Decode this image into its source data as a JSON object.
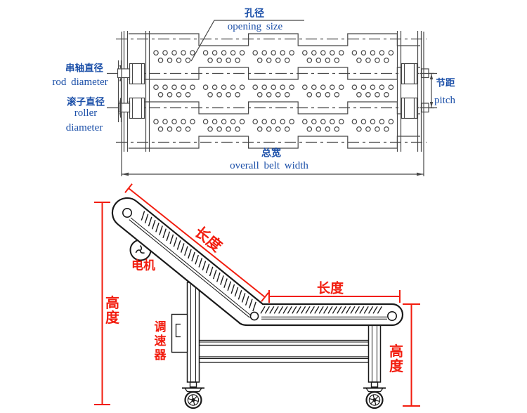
{
  "colors": {
    "line_dark": "#1a1a1a",
    "line_gray": "#474747",
    "label_blue": "#1b4fa8",
    "dimension_red": "#f21d0f",
    "background": "#ffffff"
  },
  "top_view": {
    "opening_size": {
      "zh": "孔径",
      "en": "opening size"
    },
    "rod_diameter": {
      "zh": "串轴直径",
      "en": "rod diameter"
    },
    "roller_diameter": {
      "zh": "滚子直径",
      "en_line1": "roller",
      "en_line2": "diameter"
    },
    "pitch": {
      "zh": "节距",
      "en": "pitch"
    },
    "overall_belt_width": {
      "zh": "总宽",
      "en": "overall belt width"
    }
  },
  "side_view": {
    "height_left": "高度",
    "motor": "电机",
    "length_incline": "长度",
    "length_horizontal": "长度",
    "speed_controller": "调速器",
    "height_right": "高度"
  }
}
